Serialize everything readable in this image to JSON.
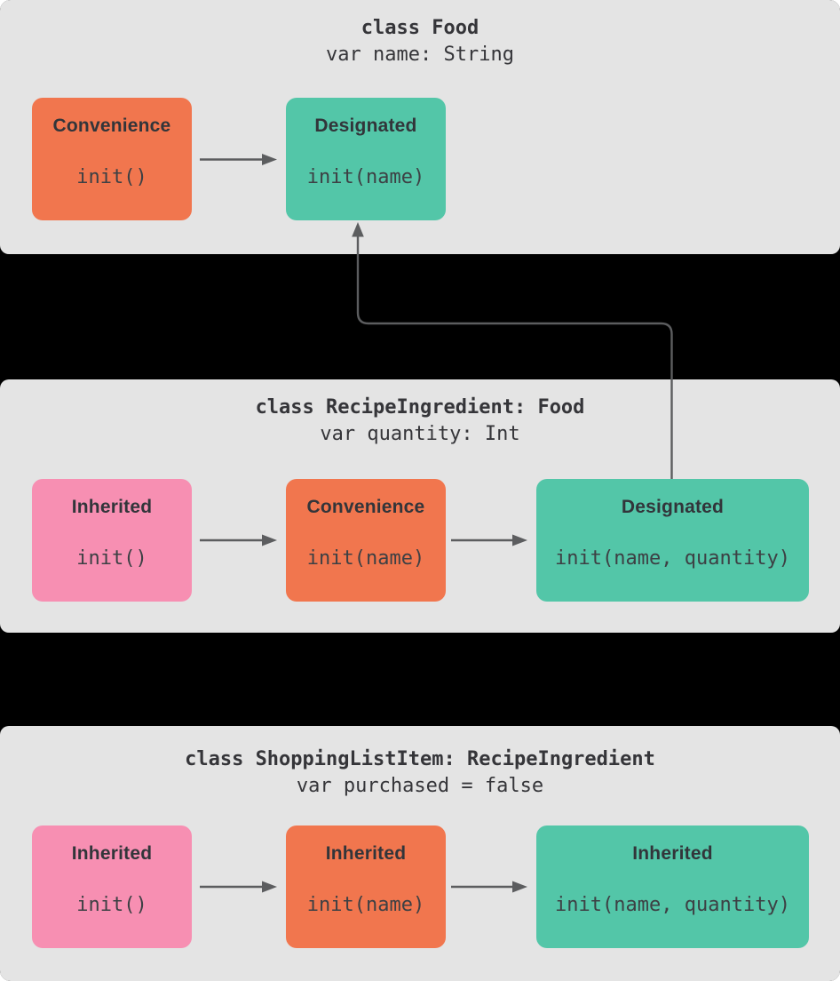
{
  "colors": {
    "canvas_bg": "#000000",
    "panel_bg": "#e4e4e4",
    "box_orange": "#f1764e",
    "box_teal": "#53c6a8",
    "box_pink": "#f78fb2",
    "text": "#353539",
    "arrow": "#5c5d5f"
  },
  "panels": [
    {
      "title": "class Food",
      "subtitle": "var name: String",
      "boxes": [
        {
          "label": "Convenience",
          "code": "init()",
          "color": "#f1764e"
        },
        {
          "label": "Designated",
          "code": "init(name)",
          "color": "#53c6a8"
        }
      ]
    },
    {
      "title": "class RecipeIngredient: Food",
      "subtitle": "var quantity: Int",
      "boxes": [
        {
          "label": "Inherited",
          "code": "init()",
          "color": "#f78fb2"
        },
        {
          "label": "Convenience",
          "code": "init(name)",
          "color": "#f1764e"
        },
        {
          "label": "Designated",
          "code": "init(name, quantity)",
          "color": "#53c6a8"
        }
      ]
    },
    {
      "title": "class ShoppingListItem: RecipeIngredient",
      "subtitle": "var purchased = false",
      "boxes": [
        {
          "label": "Inherited",
          "code": "init()",
          "color": "#f78fb2"
        },
        {
          "label": "Inherited",
          "code": "init(name)",
          "color": "#f1764e"
        },
        {
          "label": "Inherited",
          "code": "init(name, quantity)",
          "color": "#53c6a8"
        }
      ]
    }
  ]
}
